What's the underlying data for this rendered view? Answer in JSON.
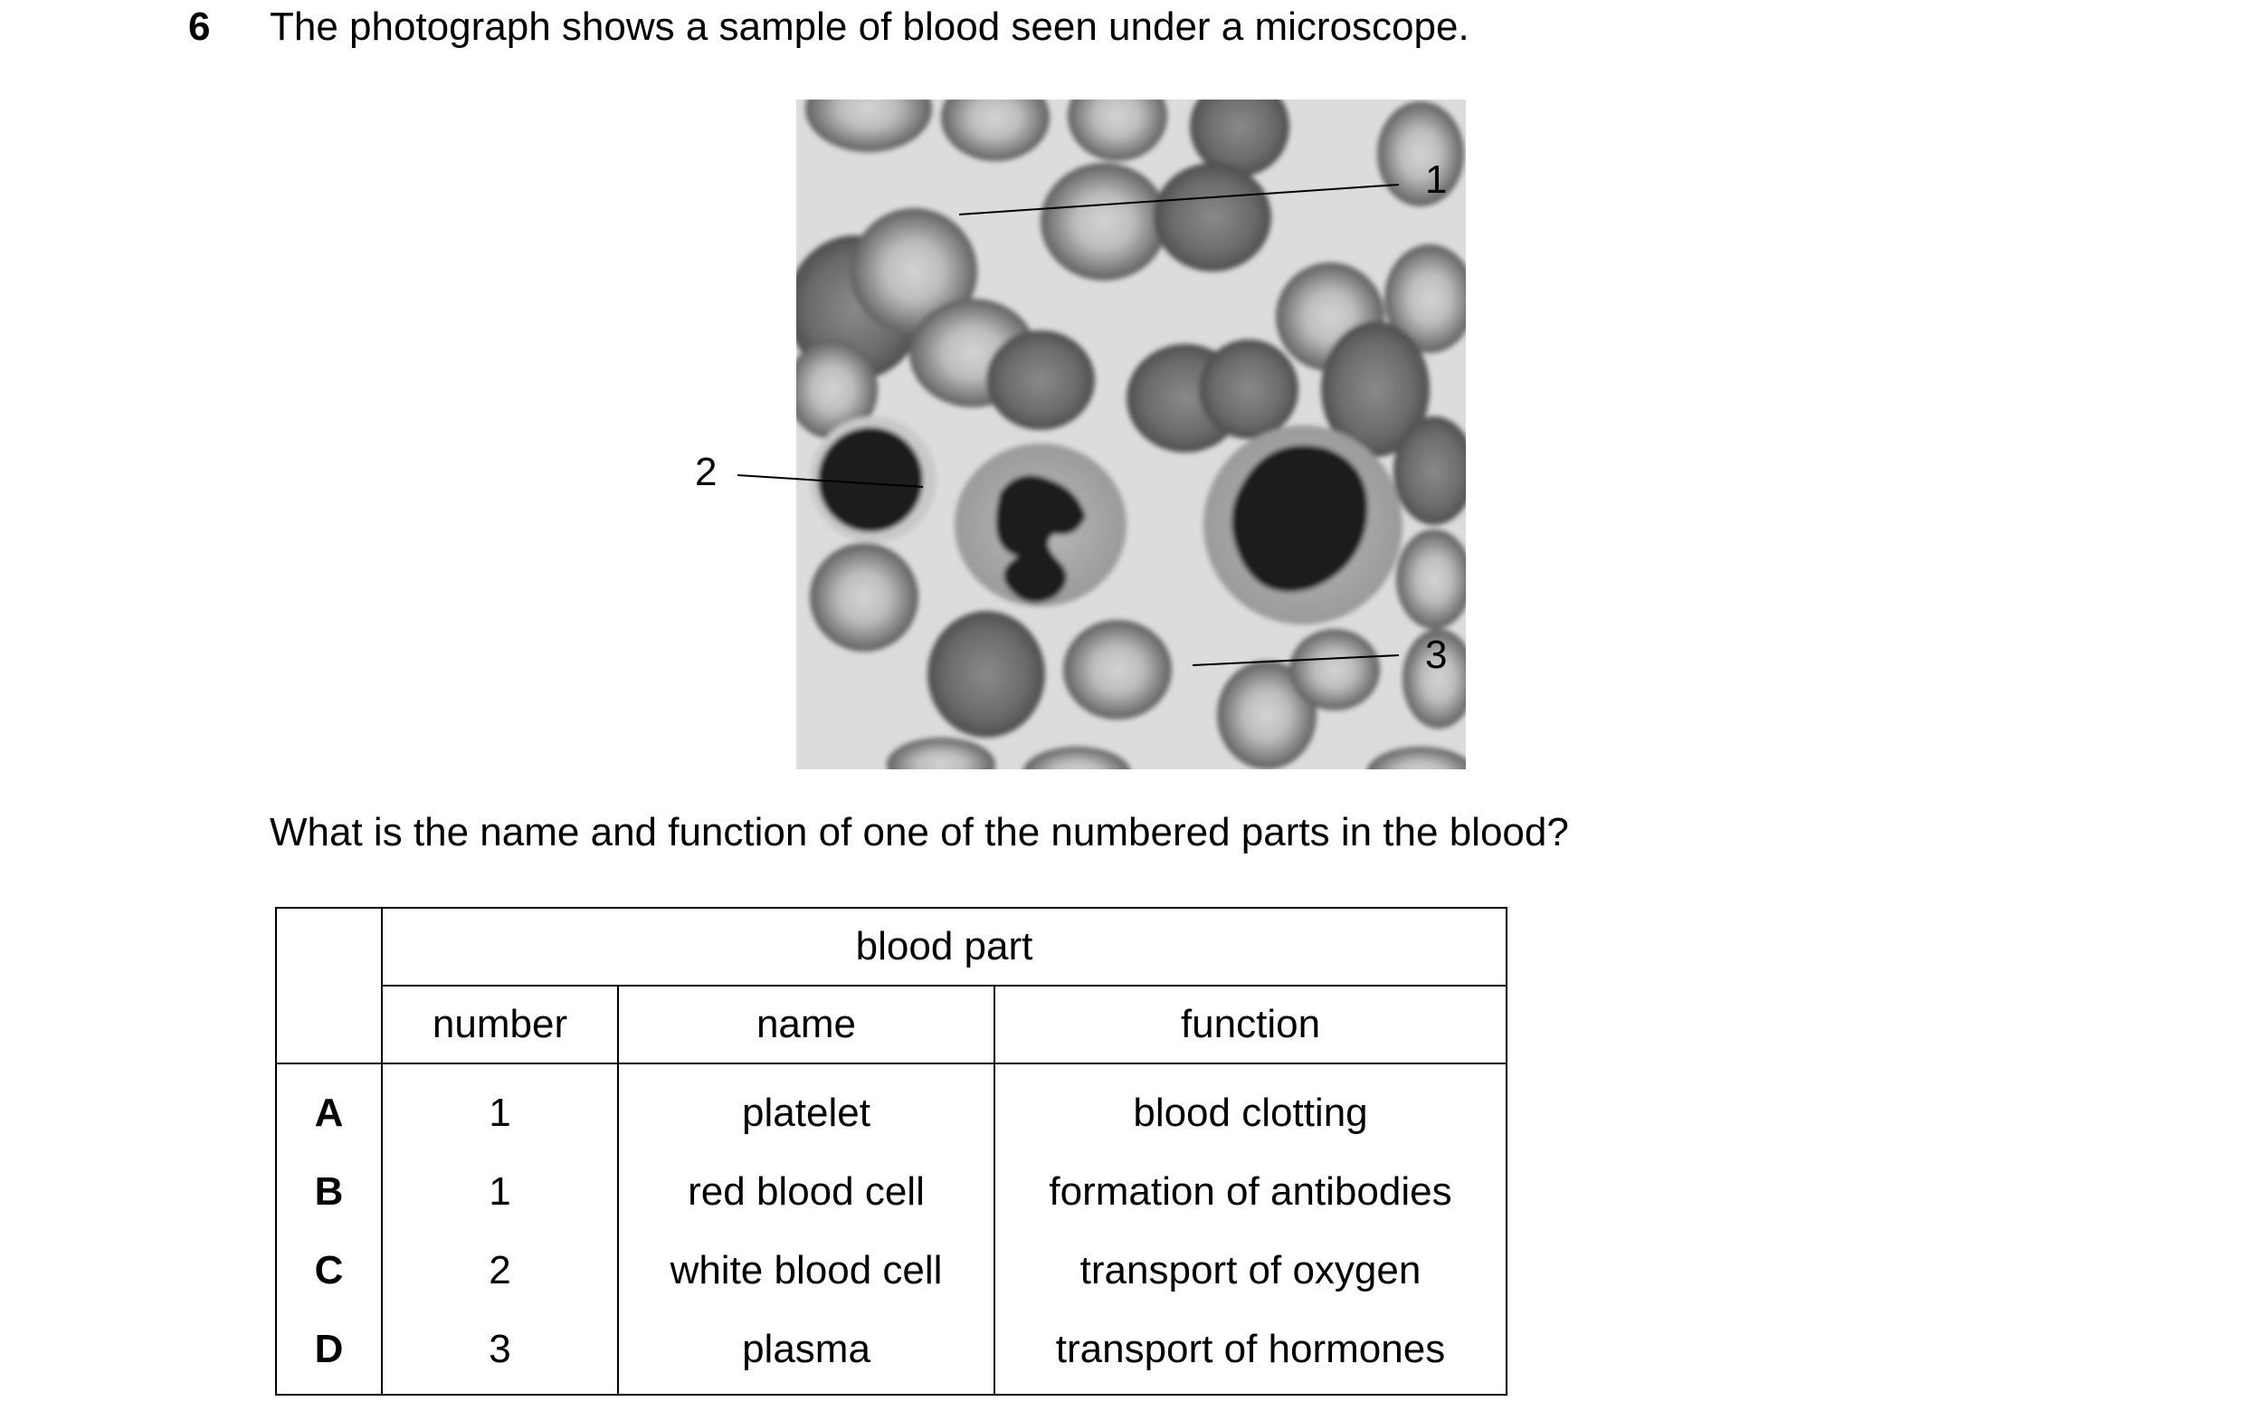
{
  "question": {
    "number": "6",
    "stem": "The photograph shows a sample of blood seen under a microscope.",
    "prompt": "What is the name and function of one of the numbered parts in the blood?"
  },
  "figure": {
    "labels": [
      "1",
      "2",
      "3"
    ]
  },
  "table": {
    "group_header": "blood part",
    "columns": [
      "number",
      "name",
      "function"
    ],
    "rows": [
      {
        "letter": "A",
        "number": "1",
        "name": "platelet",
        "function": "blood clotting"
      },
      {
        "letter": "B",
        "number": "1",
        "name": "red blood cell",
        "function": "formation of antibodies"
      },
      {
        "letter": "C",
        "number": "2",
        "name": "white blood cell",
        "function": "transport of oxygen"
      },
      {
        "letter": "D",
        "number": "3",
        "name": "plasma",
        "function": "transport of hormones"
      }
    ]
  }
}
